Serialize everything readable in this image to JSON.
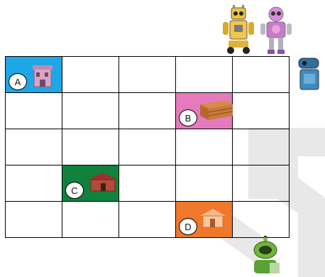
{
  "locations": [
    {
      "id": "A",
      "label": "A",
      "row": 0,
      "col": 0,
      "color": "#1ea7e6"
    },
    {
      "id": "B",
      "label": "B",
      "row": 1,
      "col": 3,
      "color": "#e57bbc"
    },
    {
      "id": "C",
      "label": "C",
      "row": 3,
      "col": 1,
      "color": "#11823e"
    },
    {
      "id": "D",
      "label": "D",
      "row": 4,
      "col": 3,
      "color": "#f0782b"
    }
  ],
  "grid": {
    "rows": 5,
    "cols": 5
  },
  "icons": [
    "yellow-robot-icon",
    "pink-robot-icon",
    "side-robot-icon",
    "green-robot-icon",
    "watermark-logo"
  ]
}
